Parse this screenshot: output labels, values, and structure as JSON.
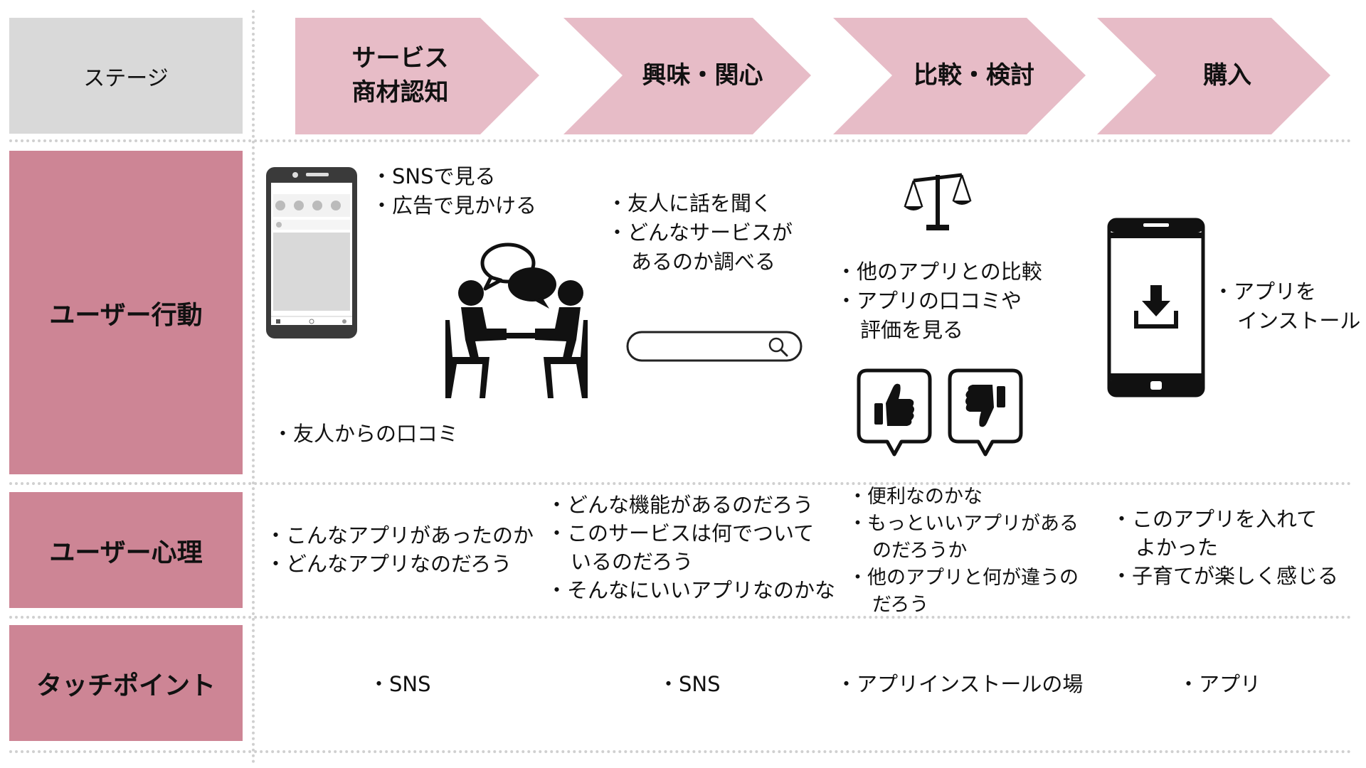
{
  "labels": {
    "stage": "ステージ",
    "action": "ユーザー行動",
    "psychology": "ユーザー心理",
    "touchpoint": "タッチポイント"
  },
  "stages": [
    {
      "line1": "サービス",
      "line2": "商材認知"
    },
    {
      "line1": "興味・関心"
    },
    {
      "line1": "比較・検討"
    },
    {
      "line1": "購入"
    }
  ],
  "actions": {
    "awareness": {
      "sns": "・SNSで見る",
      "ad": "・広告で見かける",
      "wom": "・友人からの口コミ"
    },
    "interest": {
      "line1": "・友人に話を聞く",
      "line2": "・どんなサービスが",
      "line3": "あるのか調べる"
    },
    "compare": {
      "line1": "・他のアプリとの比較",
      "line2": "・アプリの口コミや",
      "line3": "評価を見る"
    },
    "purchase": {
      "line1": "・アプリを",
      "line2": "インストール"
    }
  },
  "psychology": {
    "awareness": [
      "・こんなアプリがあったのか",
      "・どんなアプリなのだろう"
    ],
    "interest": {
      "line1": "・どんな機能があるのだろう",
      "line2": "・このサービスは何でついて",
      "line3": "いるのだろう",
      "line4": "・そんなにいいアプリなのかな"
    },
    "compare": {
      "line1": "・便利なのかな",
      "line2": "・もっといいアプリがある",
      "line3": "のだろうか",
      "line4": "・他のアプリと何が違うの",
      "line5": "だろう"
    },
    "purchase": {
      "line1": "・このアプリを入れて",
      "line2": "よかった",
      "line3": "・子育てが楽しく感じる"
    }
  },
  "touchpoints": [
    "・SNS",
    "・SNS",
    "・アプリインストールの場",
    "・アプリ"
  ],
  "colors": {
    "chevron": "#e7bcc7",
    "row_label": "#cd8595",
    "stage_label": "#d9d9d9"
  },
  "icons": [
    "smartphone-feed-icon",
    "conversation-icon",
    "search-bar-icon",
    "balance-scale-icon",
    "thumbs-up-icon",
    "thumbs-down-icon",
    "download-phone-icon"
  ]
}
